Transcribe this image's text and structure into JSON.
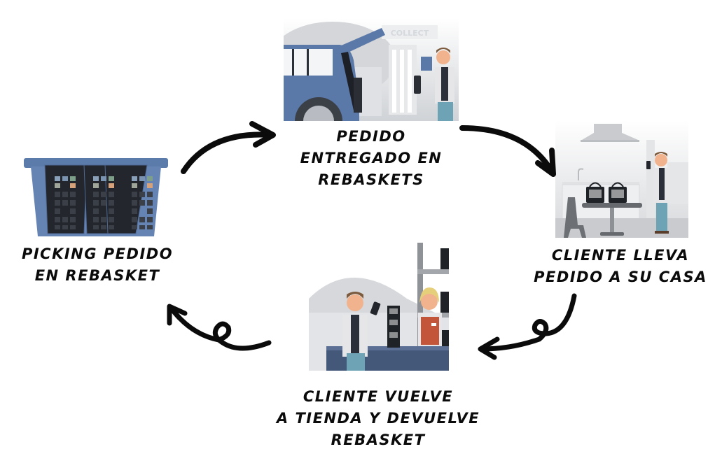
{
  "diagram": {
    "type": "cycle",
    "colors": {
      "arrow": "#0b0b0b",
      "text": "#0b0b0b",
      "basket_blue": "#5b7bab",
      "car_blue": "#5a78a8",
      "background": "#ffffff"
    },
    "steps": [
      {
        "id": "picking",
        "lines": [
          "PICKING PEDIDO",
          "EN REBASKET"
        ],
        "illustration": "three-rebaskets-in-blue-crate"
      },
      {
        "id": "delivered",
        "lines": [
          "PEDIDO",
          "ENTREGADO EN",
          "REBASKETS"
        ],
        "illustration": "car-trunk-click-and-collect",
        "sign_text": "COLLECT"
      },
      {
        "id": "home",
        "lines": [
          "CLIENTE LLEVA",
          "PEDIDO A SU CASA"
        ],
        "illustration": "customer-kitchen-with-baskets"
      },
      {
        "id": "return",
        "lines": [
          "CLIENTE VUELVE",
          "A TIENDA Y DEVUELVE",
          "REBASKET"
        ],
        "illustration": "customer-returns-basket-at-store"
      }
    ],
    "arrows": [
      {
        "from": "picking",
        "to": "delivered",
        "icon": "curved-arrow-icon"
      },
      {
        "from": "delivered",
        "to": "home",
        "icon": "curved-arrow-icon"
      },
      {
        "from": "home",
        "to": "return",
        "icon": "looped-arrow-icon"
      },
      {
        "from": "return",
        "to": "picking",
        "icon": "looped-arrow-icon"
      }
    ]
  }
}
